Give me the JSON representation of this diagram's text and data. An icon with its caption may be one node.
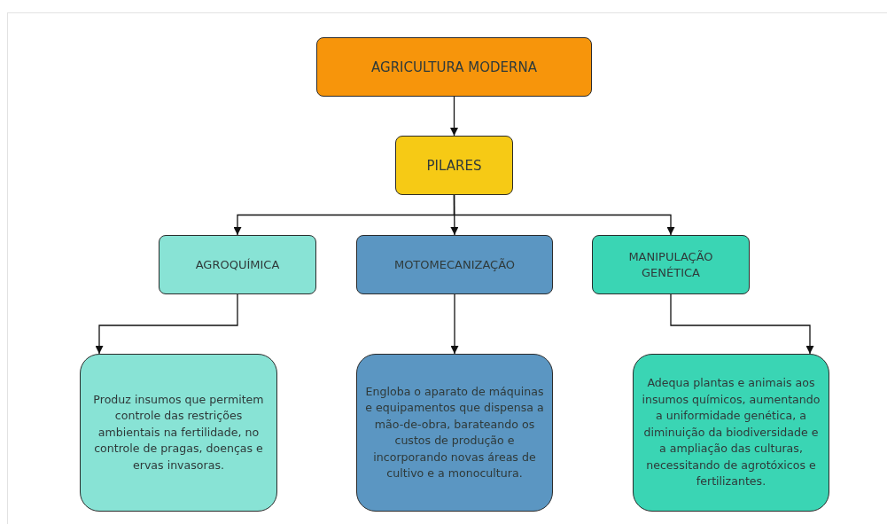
{
  "diagram": {
    "nodes": [
      {
        "text": [
          "AGRICULTURA MODERNA"
        ]
      },
      {
        "text": [
          "PILARES"
        ]
      },
      {
        "text": [
          "AGROQUÍMICA"
        ]
      },
      {
        "text": [
          "MOTOMECANIZAÇÃO"
        ]
      },
      {
        "text": [
          "MANIPULAÇÃO GENÉTICA"
        ]
      },
      {
        "text": [
          "Produz insumos que permitem controle das restrições ambientais na fertilidade, no controle de pragas, doenças e ervas invasoras."
        ]
      },
      {
        "text": [
          "Engloba o aparato de máquinas e equipamentos que dispensa a mão-de-obra, barateando os custos de produção e incorporando novas áreas de cultivo e a monocultura."
        ]
      },
      {
        "text": [
          "Adequa plantas e animais aos insumos químicos, aumentando a uniformidade genética, a diminuição da biodiversidade e a ampliação das culturas, necessitando de agrotóxicos e fertilizantes."
        ]
      }
    ],
    "edges": [
      {
        "from": 0,
        "to": 1,
        "arrow": "to"
      },
      {
        "from": 1,
        "to": 2,
        "arrow": "to"
      },
      {
        "from": 1,
        "to": 3,
        "arrow": "to"
      },
      {
        "from": 1,
        "to": 4,
        "arrow": "to"
      },
      {
        "from": 2,
        "to": 5,
        "arrow": "to"
      },
      {
        "from": 3,
        "to": 6,
        "arrow": "to"
      },
      {
        "from": 4,
        "to": 7,
        "arrow": "to"
      }
    ]
  }
}
